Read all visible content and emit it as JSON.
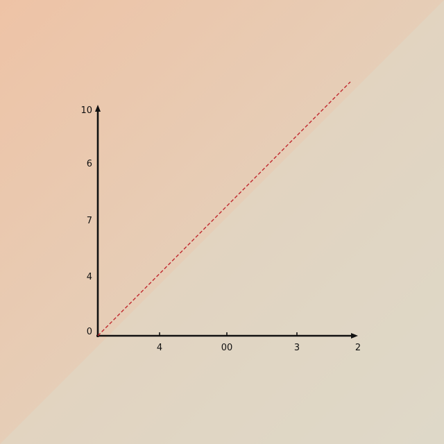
{
  "colors": {
    "background_left": "#eec3a6",
    "background_right": "#ded8c8",
    "axis": "#111111",
    "reference_line": "#c0272d"
  },
  "chart_data": {
    "type": "line",
    "title": "",
    "xlabel": "",
    "ylabel": "",
    "grid": false,
    "legend": "none",
    "x_ticks": [
      "4",
      "00",
      "3",
      "2"
    ],
    "y_ticks": [
      "0",
      "4",
      "7",
      "6",
      "10"
    ],
    "series": [
      {
        "style": "dashed",
        "color": "#c0272d",
        "x": [
          0,
          5.2
        ],
        "y": [
          0,
          12.0
        ]
      }
    ]
  }
}
